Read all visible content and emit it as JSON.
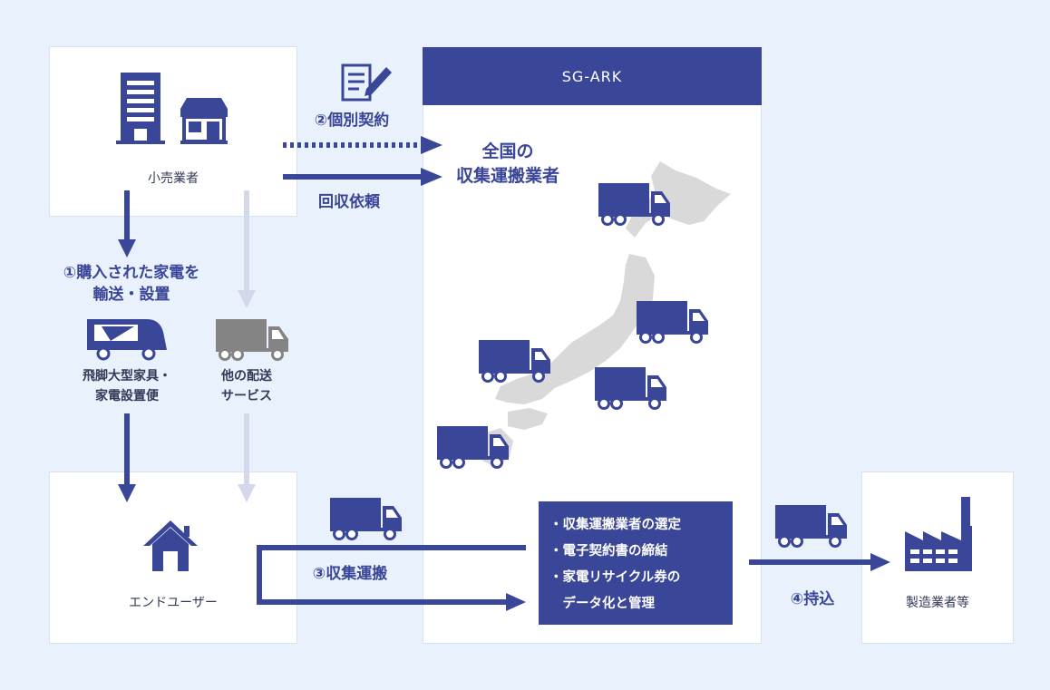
{
  "header": {
    "title": "SG-ARK"
  },
  "retailer": {
    "label": "小売業者"
  },
  "end_user": {
    "label": "エンドユーザー"
  },
  "manufacturer": {
    "label": "製造業者等"
  },
  "map": {
    "title_line1": "全国の",
    "title_line2": "収集運搬業者"
  },
  "arrows": {
    "contract": "②個別契約",
    "request": "回収依頼",
    "purchase_line1": "①購入された家電を",
    "purchase_line2": "輸送・設置",
    "collection": "③収集運搬",
    "delivery": "④持込"
  },
  "services": {
    "hikyaku_line1": "飛脚大型家具・",
    "hikyaku_line2": "家電設置便",
    "other_line1": "他の配送",
    "other_line2": "サービス"
  },
  "sgark_services": [
    "・収集運搬業者の選定",
    "・電子契約書の締結",
    "・家電リサイクル券の",
    "　データ化と管理"
  ],
  "colors": {
    "navy": "#3a4697",
    "light_arrow": "#d3d9ea",
    "map_gray": "#d9d9d9",
    "background": "#e9f1fc"
  }
}
